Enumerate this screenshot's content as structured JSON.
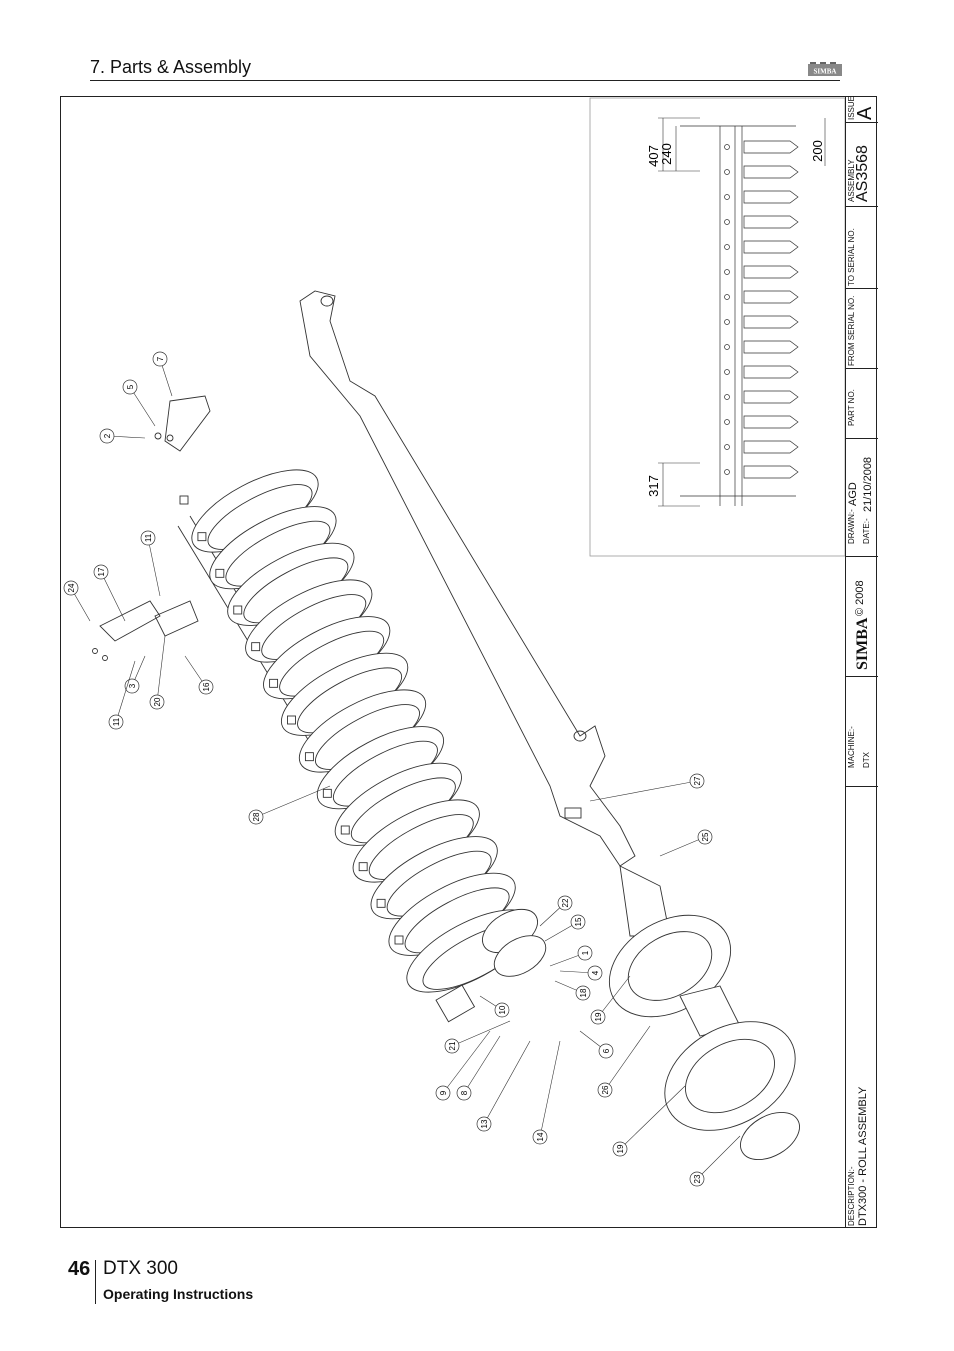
{
  "header": {
    "section_title": "7. Parts & Assembly"
  },
  "logo": {
    "text": "SIMBA"
  },
  "inset": {
    "dimensions": [
      "407",
      "240",
      "200",
      "317"
    ]
  },
  "callouts": [
    "7",
    "5",
    "2",
    "11",
    "17",
    "24",
    "3",
    "11",
    "20",
    "16",
    "28",
    "27",
    "25",
    "22",
    "15",
    "1",
    "4",
    "18",
    "10",
    "19",
    "21",
    "6",
    "9",
    "8",
    "13",
    "14",
    "26",
    "19",
    "23"
  ],
  "title_block": {
    "description_label": "DESCRIPTION:-",
    "description": "DTX300 - ROLL ASSEMBLY",
    "machine_label": "MACHINE:-",
    "machine": "DTX",
    "brand": "SIMBA",
    "copyright": "© 2008",
    "drawn_label": "DRAWN:-",
    "drawn_value": "AGD",
    "date_label": "DATE:-",
    "date_value": "21/10/2008",
    "part_no_label": "PART NO.",
    "from_serial_label": "FROM SERIAL NO.",
    "to_serial_label": "TO SERIAL NO.",
    "assembly_label": "ASSEMBLY",
    "assembly_value": "AS3568",
    "issue_label": "ISSUE",
    "issue_value": "A"
  },
  "footer": {
    "page_number": "46",
    "model": "DTX 300",
    "subtitle": "Operating Instructions"
  }
}
